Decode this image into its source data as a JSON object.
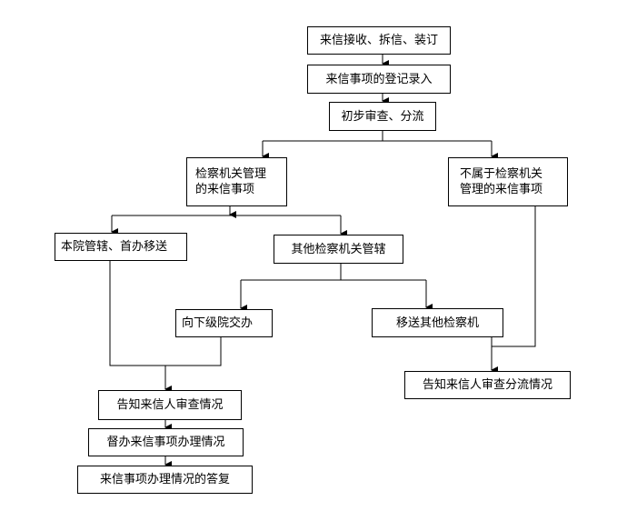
{
  "nodes": {
    "receive": "来信接收、拆信、装订",
    "register": "来信事项的登记录入",
    "review": "初步审查、分流",
    "jurisdiction_line1": "检察机关管理",
    "jurisdiction_line2": "的来信事项",
    "non_jurisdiction_line1": "不属于检察机关",
    "non_jurisdiction_line2": "管理的来信事项",
    "local": "本院管辖、首办移送",
    "other_procuratorate": "其他检察机关管辖",
    "lower_court": "向下级院交办",
    "transfer": "移送其他检察机",
    "notify_review": "告知来信人审查情况",
    "notify_diversion": "告知来信人审查分流情况",
    "supervise": "督办来信事项办理情况",
    "reply": "来信事项办理情况的答复"
  }
}
